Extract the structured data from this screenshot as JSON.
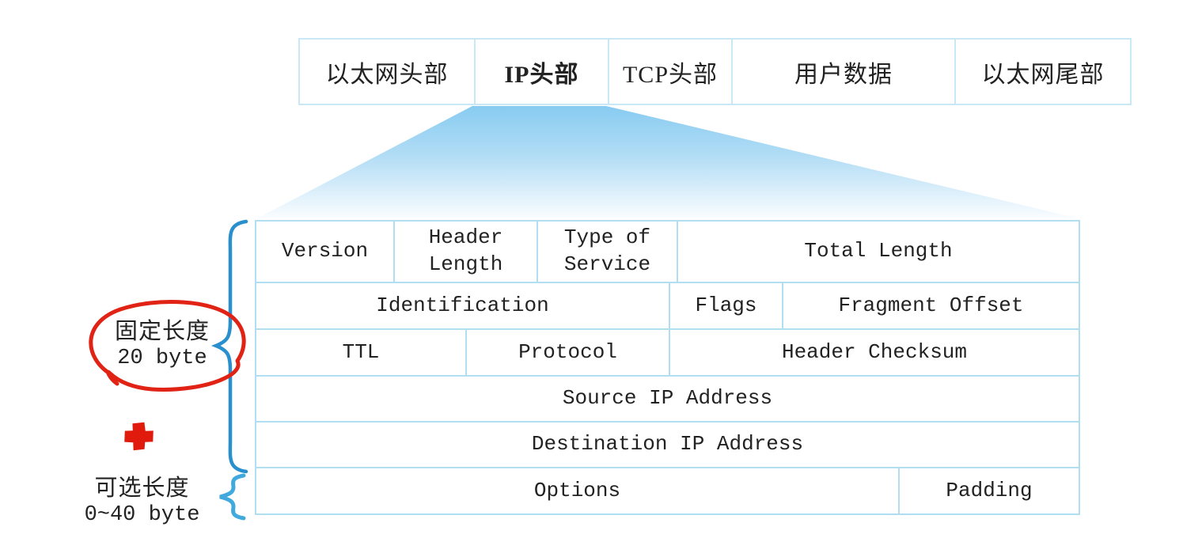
{
  "frame_bar": {
    "cells": [
      {
        "label": "以太网头部",
        "bold": false
      },
      {
        "label": "IP头部",
        "bold": true
      },
      {
        "label": "TCP头部",
        "bold": false
      },
      {
        "label": "用户数据",
        "bold": false
      },
      {
        "label": "以太网尾部",
        "bold": false
      }
    ]
  },
  "ip_header_table": {
    "rows": [
      {
        "cells": [
          {
            "label": "Version"
          },
          {
            "label": "Header Length"
          },
          {
            "label": "Type of Service"
          },
          {
            "label": "Total Length"
          }
        ]
      },
      {
        "cells": [
          {
            "label": "Identification"
          },
          {
            "label": "Flags"
          },
          {
            "label": "Fragment Offset"
          }
        ]
      },
      {
        "cells": [
          {
            "label": "TTL"
          },
          {
            "label": "Protocol"
          },
          {
            "label": "Header Checksum"
          }
        ]
      },
      {
        "cells": [
          {
            "label": "Source IP Address"
          }
        ]
      },
      {
        "cells": [
          {
            "label": "Destination IP Address"
          }
        ]
      },
      {
        "cells": [
          {
            "label": "Options"
          },
          {
            "label": "Padding"
          }
        ]
      }
    ]
  },
  "annotations": {
    "fixed_length": {
      "line1": "固定长度",
      "line2": "20 byte"
    },
    "optional_length": {
      "line1": "可选长度",
      "line2": "0~40 byte"
    },
    "icons": {
      "red_circle": "hand-drawn-red-ellipse",
      "red_plus": "red-plus-cross",
      "big_brace": "blue-curly-brace-fixed-part",
      "small_brace": "blue-curly-brace-options-row"
    }
  },
  "colors": {
    "frame_border": "#c7e8f4",
    "table_border": "#b2def2",
    "funnel_top": "#88cbf1",
    "funnel_bottom": "#fbfdff",
    "brace_blue": "#2a8fcd",
    "small_brace_blue": "#41a9dc",
    "annotation_red": "#e02314",
    "text": "#222222"
  }
}
